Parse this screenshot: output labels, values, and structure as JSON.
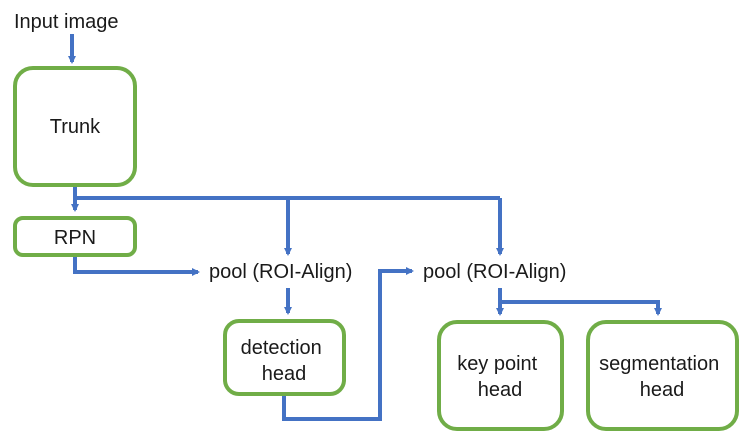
{
  "colors": {
    "node_border": "#70ad47",
    "edge": "#4472c4",
    "text": "#1a1a1a"
  },
  "diagram": {
    "input_label": "Input image",
    "trunk": "Trunk",
    "rpn": "RPN",
    "pool_1": "pool (ROI-Align)",
    "pool_2": "pool (ROI-Align)",
    "detection_head": [
      "detection",
      "head"
    ],
    "keypoint_head": [
      "key point",
      "head"
    ],
    "segmentation_head": [
      "segmentation",
      "head"
    ]
  }
}
